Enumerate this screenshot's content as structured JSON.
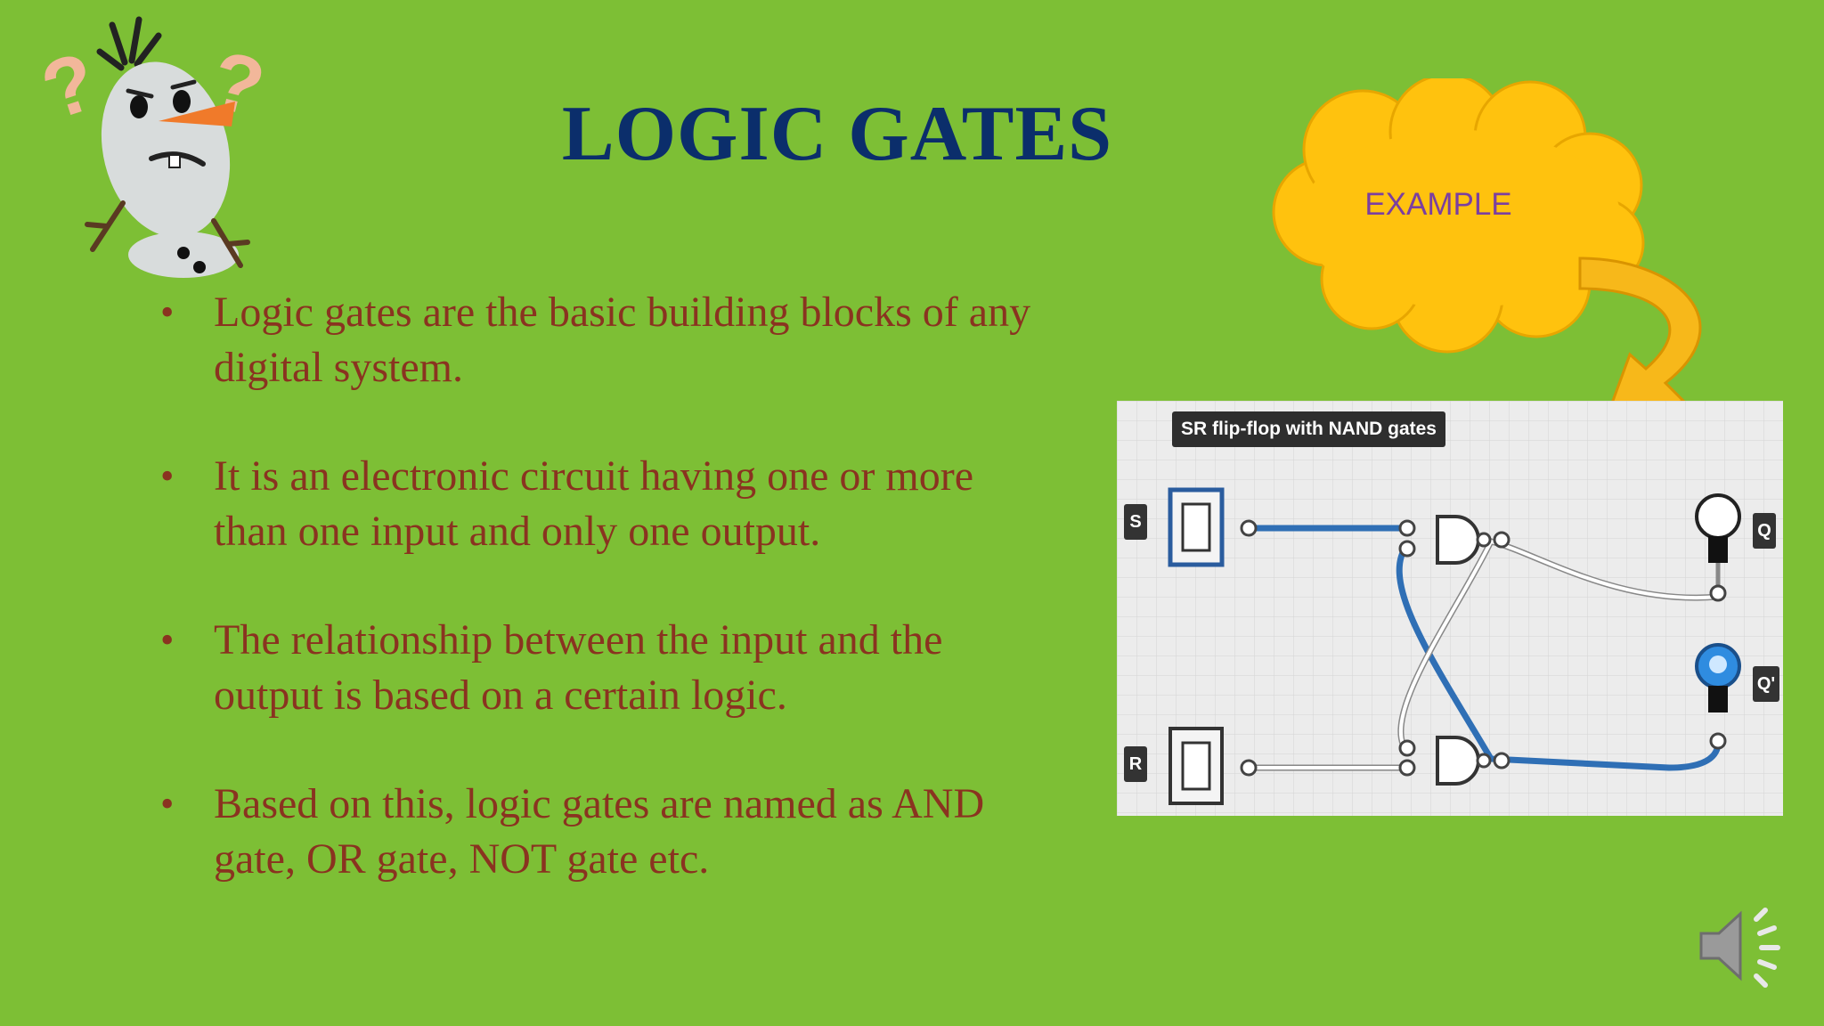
{
  "slide": {
    "title": "LOGIC GATES",
    "bullets": [
      {
        "marker": "•",
        "text": "Logic gates are the basic building blocks of any digital system."
      },
      {
        "marker": "•",
        "text": "It is an electronic circuit having one or more than one input and only one output."
      },
      {
        "marker": "•",
        "text": "The relationship between the input and the output is based on a certain logic."
      },
      {
        "marker": "•",
        "text": "Based on this, logic gates are named as AND gate, OR gate, NOT gate etc."
      }
    ],
    "callout": {
      "label": "EXAMPLE"
    },
    "circuit": {
      "caption": "SR flip-flop with NAND gates",
      "labels": {
        "s": "S",
        "r": "R",
        "q": "Q",
        "q_bar": "Q'"
      }
    },
    "audio": {
      "icon": "speaker-icon"
    }
  },
  "colors": {
    "background": "#7dbf35",
    "title": "#0b2e6b",
    "body_text": "#8a3320",
    "cloud": "#ffc20e",
    "wire_active": "#2f6fb5"
  }
}
